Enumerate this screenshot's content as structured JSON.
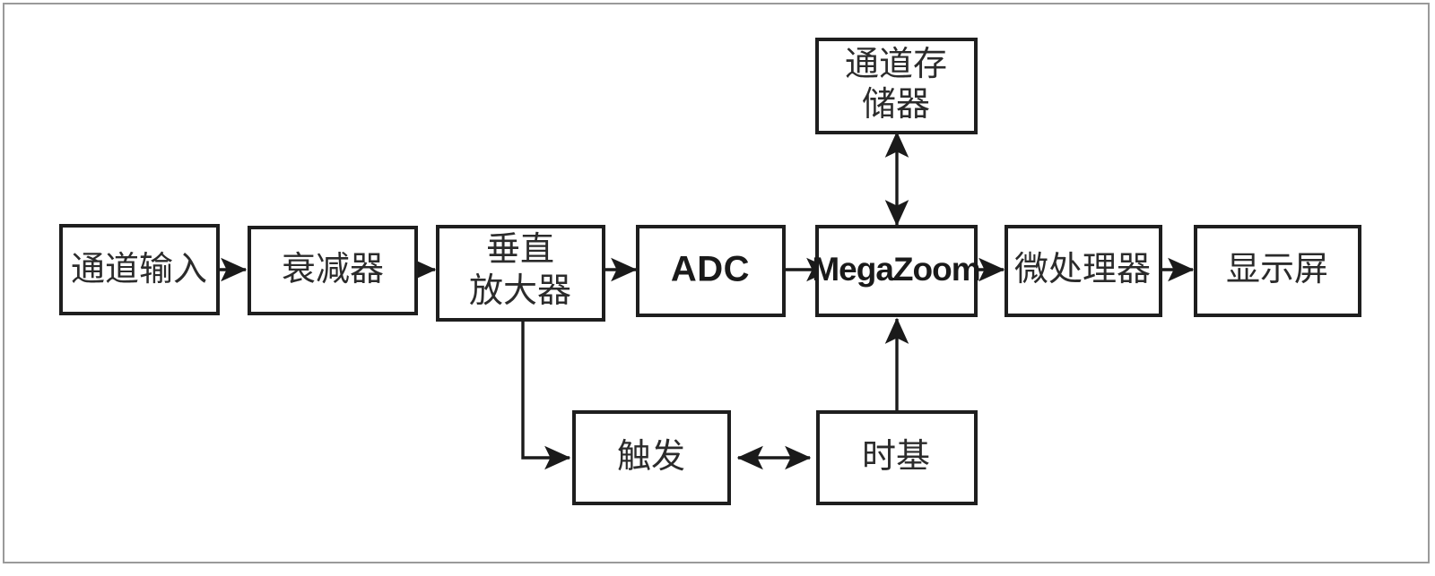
{
  "figure": {
    "title": "Oscilloscope signal path block diagram",
    "frame_color": "#9a9a9a",
    "box_border_color": "#1e1e1e",
    "line_color": "#1a1a1a",
    "background": "#ffffff"
  },
  "nodes": {
    "channel_input": {
      "label": "通道输入",
      "lines": [
        "通道输入"
      ]
    },
    "attenuator": {
      "label": "衰减器",
      "lines": [
        "衰减器"
      ]
    },
    "vertical_amplifier": {
      "label": "垂直放大器",
      "lines": [
        "垂直",
        "放大器"
      ]
    },
    "adc": {
      "label": "ADC",
      "lines": [
        "ADC"
      ]
    },
    "megazoom": {
      "label": "MegaZoom",
      "lines": [
        "MegaZoom"
      ]
    },
    "microprocessor": {
      "label": "微处理器",
      "lines": [
        "微处理器"
      ]
    },
    "display": {
      "label": "显示屏",
      "lines": [
        "显示屏"
      ]
    },
    "channel_memory": {
      "label": "通道存储器",
      "lines": [
        "通道存",
        "储器"
      ]
    },
    "trigger": {
      "label": "触发",
      "lines": [
        "触发"
      ]
    },
    "time_base": {
      "label": "时基",
      "lines": [
        "时基"
      ]
    }
  },
  "connections": [
    {
      "from": "channel_input",
      "to": "attenuator",
      "style": "arrow-right"
    },
    {
      "from": "attenuator",
      "to": "vertical_amplifier",
      "style": "arrow-right"
    },
    {
      "from": "vertical_amplifier",
      "to": "adc",
      "style": "arrow-right"
    },
    {
      "from": "adc",
      "to": "megazoom",
      "style": "arrow-right"
    },
    {
      "from": "megazoom",
      "to": "microprocessor",
      "style": "arrow-right"
    },
    {
      "from": "microprocessor",
      "to": "display",
      "style": "arrow-right"
    },
    {
      "from": "megazoom",
      "to": "channel_memory",
      "style": "arrow-bidirectional-vertical"
    },
    {
      "from": "vertical_amplifier",
      "to": "trigger",
      "style": "elbow-down-right-arrow"
    },
    {
      "from": "trigger",
      "to": "time_base",
      "style": "arrow-bidirectional-horizontal"
    },
    {
      "from": "time_base",
      "to": "megazoom",
      "style": "arrow-up"
    }
  ]
}
